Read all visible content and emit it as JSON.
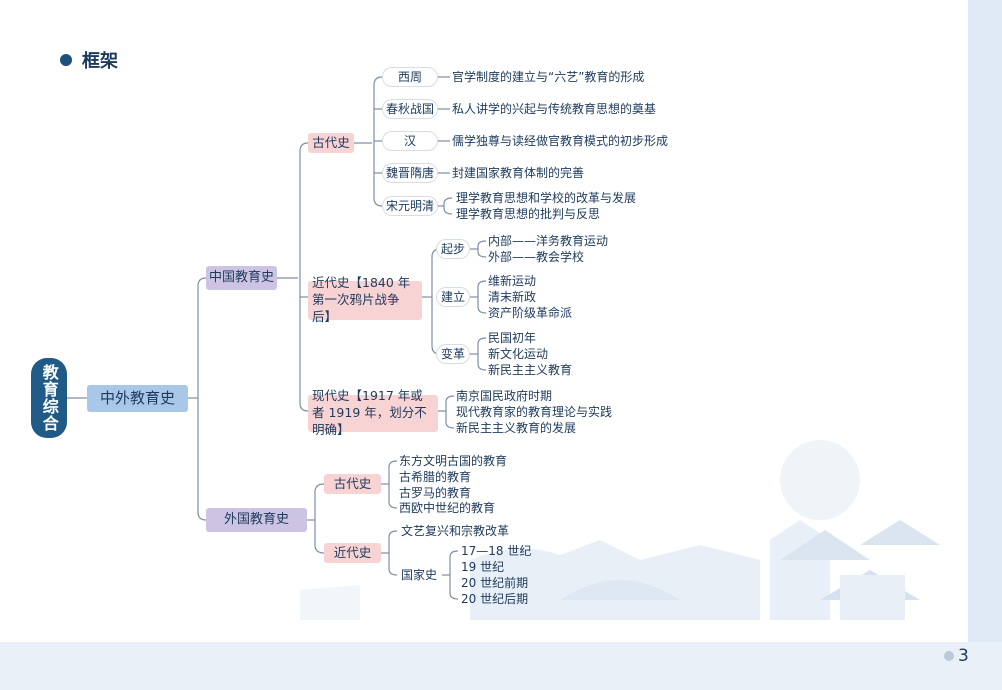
{
  "section": {
    "title": "框架"
  },
  "page_number": "3",
  "root": {
    "label": "教育综合"
  },
  "main": {
    "label": "中外教育史"
  },
  "china": {
    "label": "中国教育史",
    "ancient": {
      "label": "古代史",
      "periods": [
        {
          "label": "西周",
          "items": [
            "官学制度的建立与“六艺”教育的形成"
          ]
        },
        {
          "label": "春秋战国",
          "items": [
            "私人讲学的兴起与传统教育思想的奠基"
          ]
        },
        {
          "label": "汉",
          "items": [
            "儒学独尊与读经做官教育模式的初步形成"
          ]
        },
        {
          "label": "魏晋隋唐",
          "items": [
            "封建国家教育体制的完善"
          ]
        },
        {
          "label": "宋元明清",
          "items": [
            "理学教育思想和学校的改革与发展",
            "理学教育思想的批判与反思"
          ]
        }
      ]
    },
    "modern": {
      "label": "近代史【1840 年第一次鸦片战争后】",
      "stages": [
        {
          "label": "起步",
          "items": [
            "内部——洋务教育运动",
            "外部——教会学校"
          ]
        },
        {
          "label": "建立",
          "items": [
            "维新运动",
            "清末新政",
            "资产阶级革命派"
          ]
        },
        {
          "label": "变革",
          "items": [
            "民国初年",
            "新文化运动",
            "新民主主义教育"
          ]
        }
      ]
    },
    "contemporary": {
      "label": "现代史【1917 年或者 1919 年，划分不明确】",
      "items": [
        "南京国民政府时期",
        "现代教育家的教育理论与实践",
        "新民主主义教育的发展"
      ]
    }
  },
  "foreign": {
    "label": "外国教育史",
    "ancient": {
      "label": "古代史",
      "items": [
        "东方文明古国的教育",
        "古希腊的教育",
        "古罗马的教育",
        "西欧中世纪的教育"
      ]
    },
    "modern": {
      "label": "近代史",
      "items": [
        "文艺复兴和宗教改革"
      ],
      "national": {
        "label": "国家史",
        "items": [
          "17—18 世纪",
          "19 世纪",
          "20 世纪前期",
          "20 世纪后期"
        ]
      }
    }
  },
  "colors": {
    "root": "#1f5b86",
    "main": "#a9c8e8",
    "level2": "#cdc3e3",
    "level3": "#f8d3d3",
    "line": "#7f8fa3"
  }
}
